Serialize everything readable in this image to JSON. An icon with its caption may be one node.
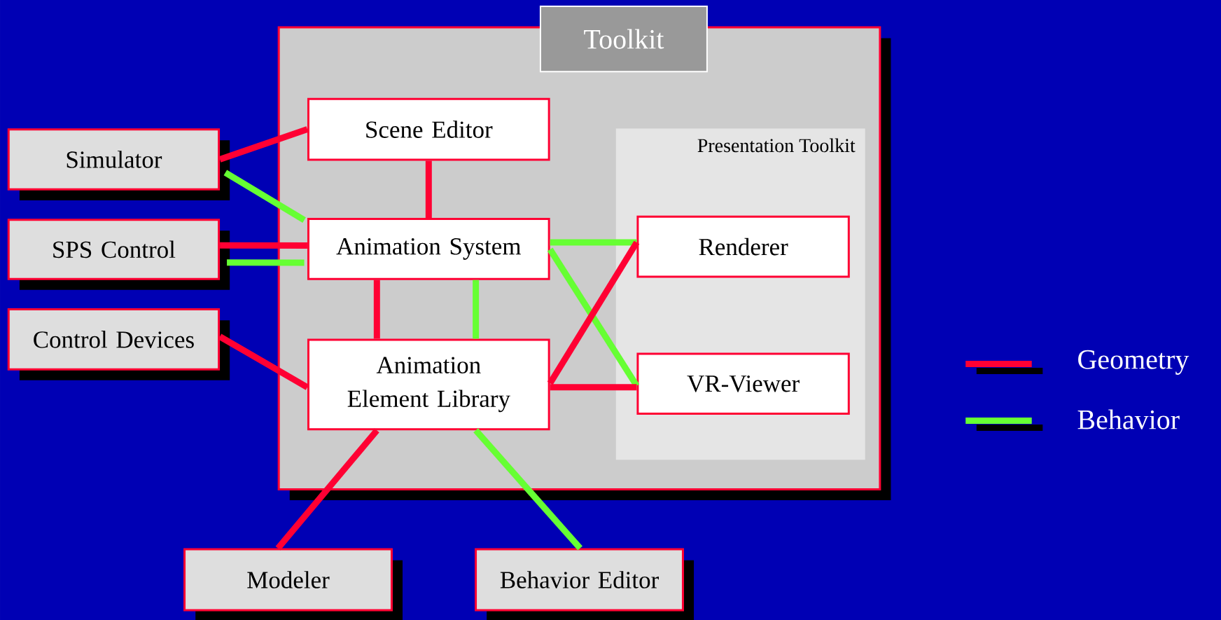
{
  "diagram": {
    "nodes": [
      {
        "text": [
          "Toolkit"
        ]
      },
      {
        "text": [
          "Scene Editor"
        ],
        "in": 0
      },
      {
        "text": [
          "Presentation Toolkit"
        ],
        "in": 0
      },
      {
        "text": [
          "Simulator"
        ]
      },
      {
        "text": [
          "Animation System"
        ],
        "in": 0
      },
      {
        "text": [
          "Renderer"
        ],
        "in": 2
      },
      {
        "text": [
          "SPS Control"
        ]
      },
      {
        "text": [
          "Control Devices"
        ]
      },
      {
        "text": [
          "Animation Element Library"
        ],
        "in": 0
      },
      {
        "text": [
          "VR-Viewer"
        ],
        "in": 2
      },
      {
        "text": [
          "Modeler"
        ]
      },
      {
        "text": [
          "Behavior Editor"
        ]
      }
    ],
    "edges": [
      {
        "from": 3,
        "to": 1,
        "arrow": "none"
      },
      {
        "from": 3,
        "to": 4,
        "arrow": "none",
        "color": "#66ff33"
      },
      {
        "from": 1,
        "to": 4,
        "arrow": "none"
      },
      {
        "from": 6,
        "to": 4,
        "arrow": "none"
      },
      {
        "from": 6,
        "to": 4,
        "arrow": "none",
        "color": "#66ff33"
      },
      {
        "from": 7,
        "to": 8,
        "arrow": "none"
      },
      {
        "from": 4,
        "to": 8,
        "arrow": "none"
      },
      {
        "from": 4,
        "to": 8,
        "arrow": "none",
        "color": "#66ff33"
      },
      {
        "from": 4,
        "to": 5,
        "arrow": "none",
        "color": "#66ff33"
      },
      {
        "from": 4,
        "to": 9,
        "arrow": "none",
        "color": "#66ff33"
      },
      {
        "from": 8,
        "to": 5,
        "arrow": "none"
      },
      {
        "from": 8,
        "to": 9,
        "arrow": "none"
      },
      {
        "from": 8,
        "to": 10,
        "arrow": "none"
      },
      {
        "from": 8,
        "to": 11,
        "arrow": "none",
        "color": "#66ff33"
      }
    ],
    "legend": [
      {
        "text": "Geometry",
        "color": "#ff0033"
      },
      {
        "text": "Behavior",
        "color": "#66ff33"
      }
    ]
  }
}
